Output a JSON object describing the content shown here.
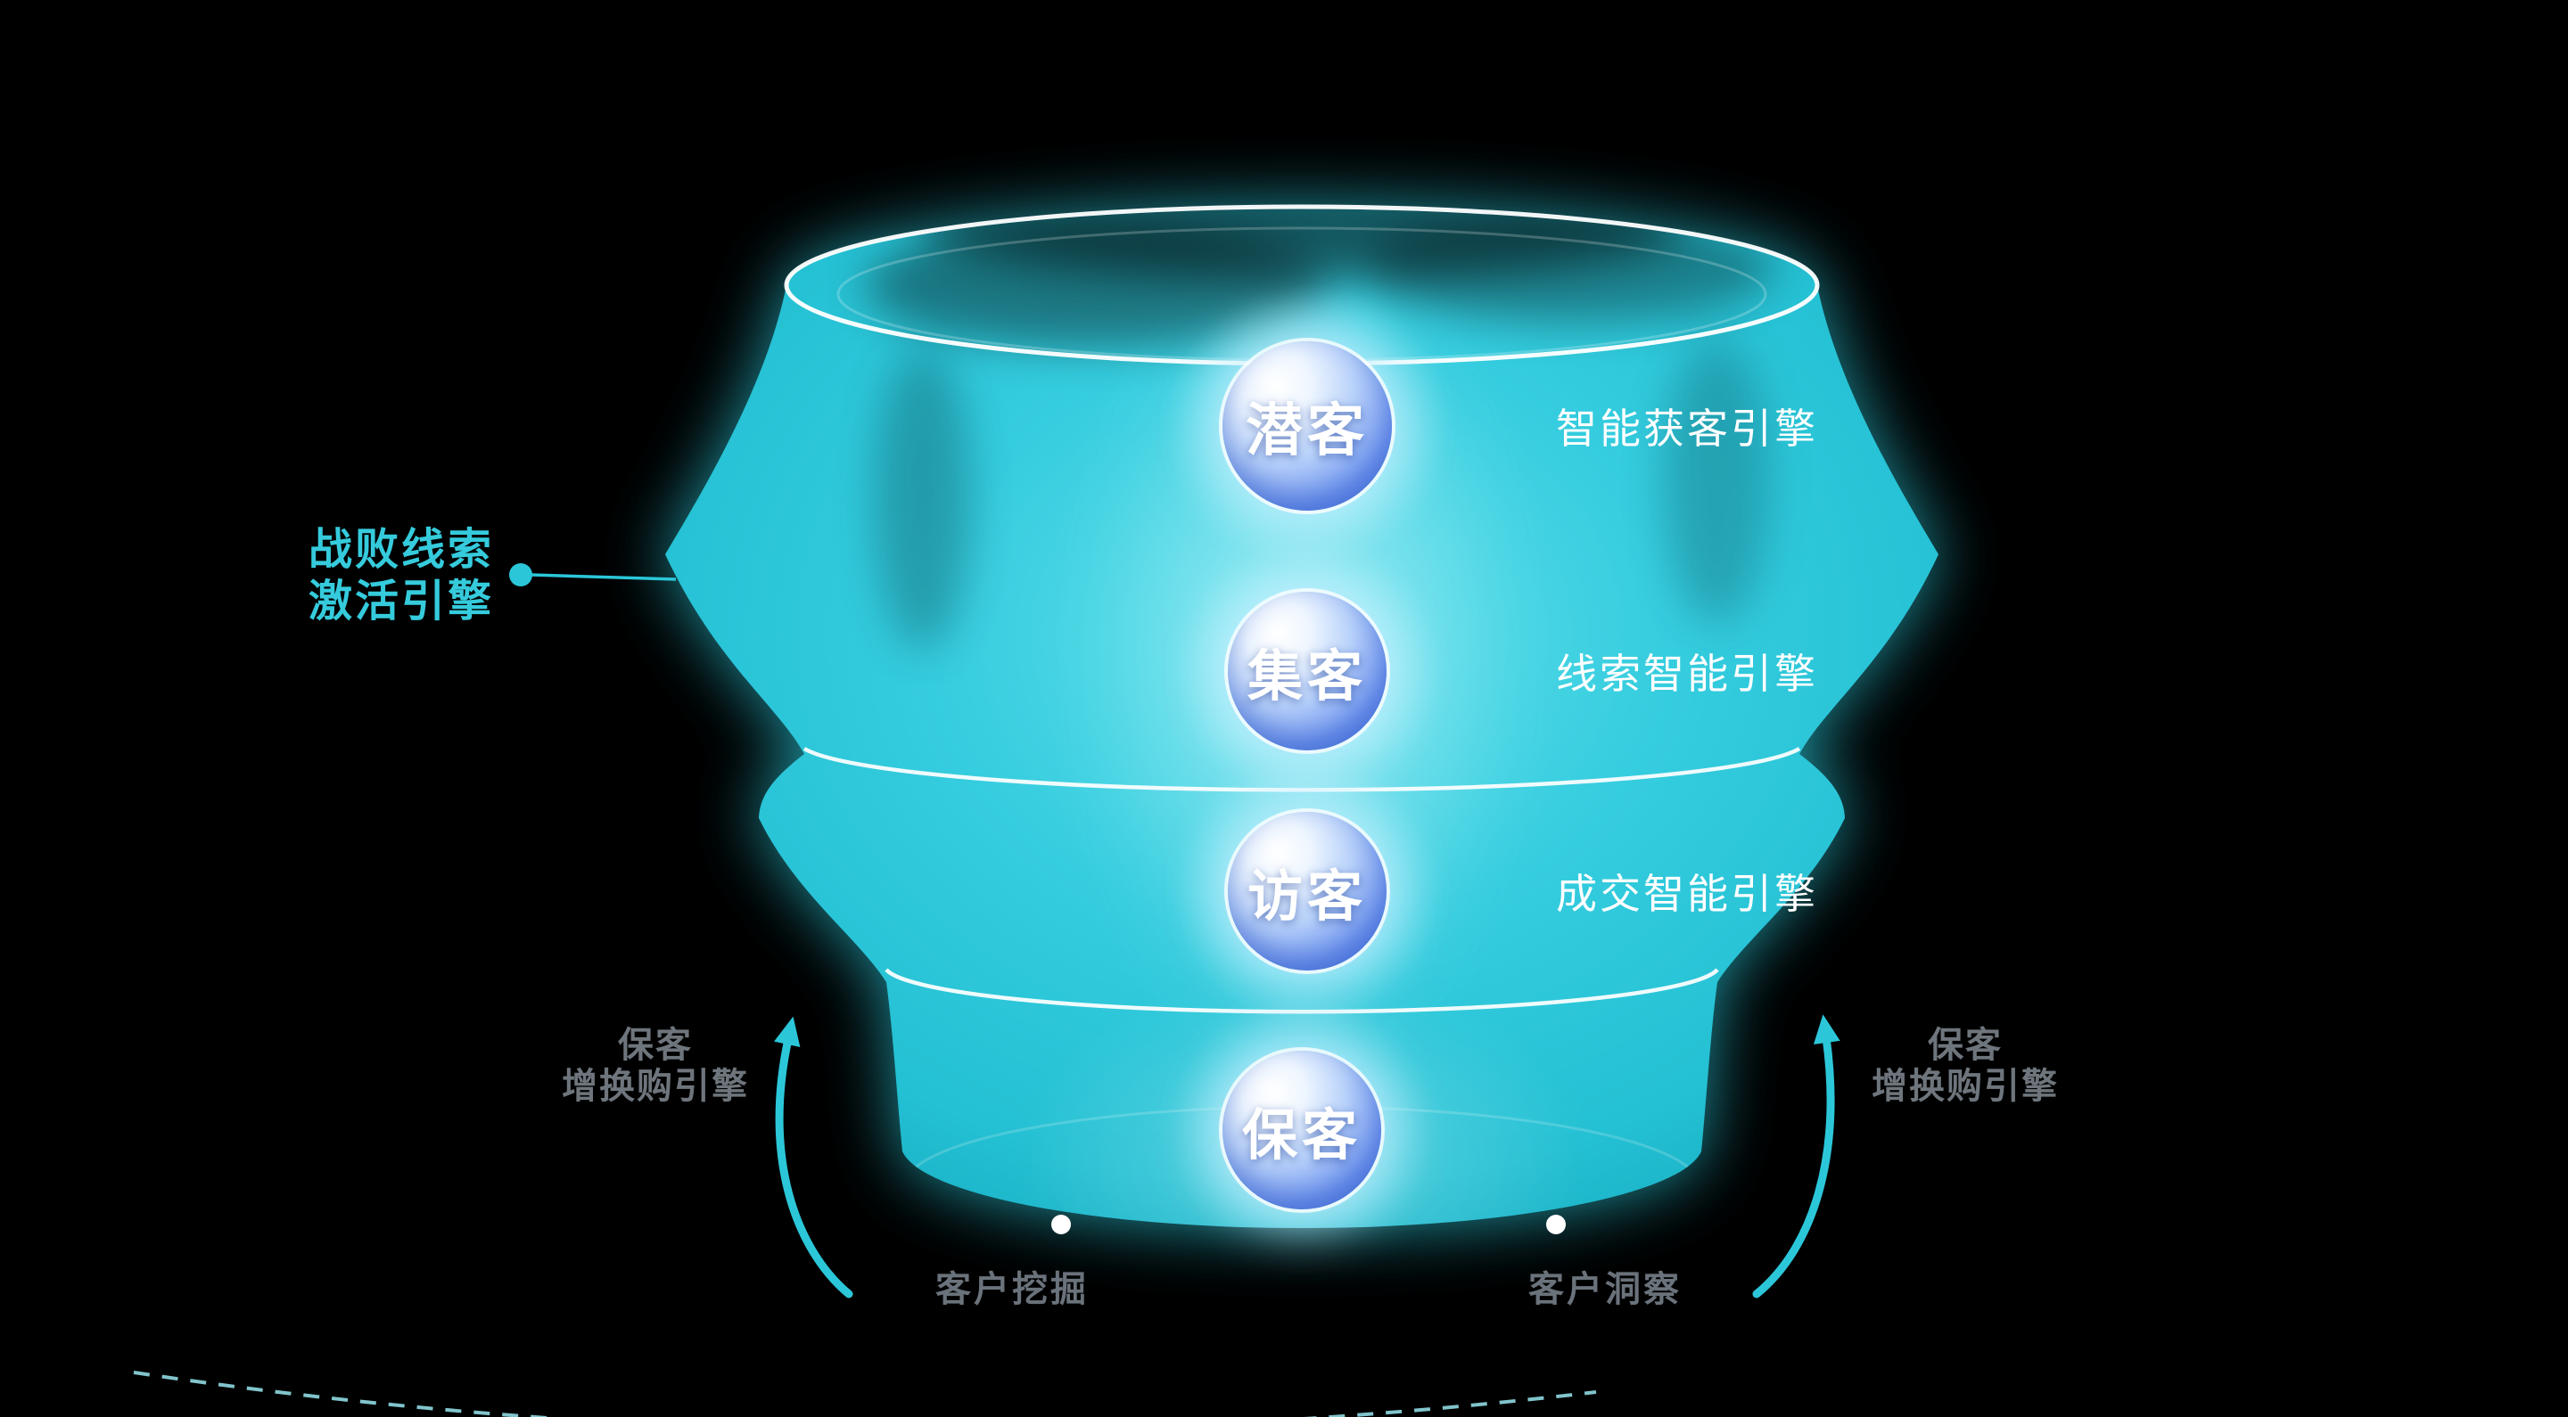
{
  "colors": {
    "background": "#000000",
    "funnel_cyan": "#2BC7D9",
    "funnel_highlight": "#64E0EC",
    "badge_blue": "#4B79E6",
    "callout_cyan": "#35CBDC",
    "label_gray": "#6E757C",
    "text_white": "#FFFFFF"
  },
  "stages": [
    {
      "badge": "潜客"
    },
    {
      "badge": "集客"
    },
    {
      "badge": "访客"
    },
    {
      "badge": "保客"
    }
  ],
  "engines": [
    {
      "label": "智能获客引擎"
    },
    {
      "label": "线索智能引擎"
    },
    {
      "label": "成交智能引擎"
    }
  ],
  "left_callout": {
    "line1": "战败线索",
    "line2": "激活引擎"
  },
  "retention_left": {
    "line1": "保客",
    "line2": "增换购引擎"
  },
  "retention_right": {
    "line1": "保客",
    "line2": "增换购引擎"
  },
  "bottom_labels": {
    "left": "客户挖掘",
    "right": "客户洞察"
  }
}
